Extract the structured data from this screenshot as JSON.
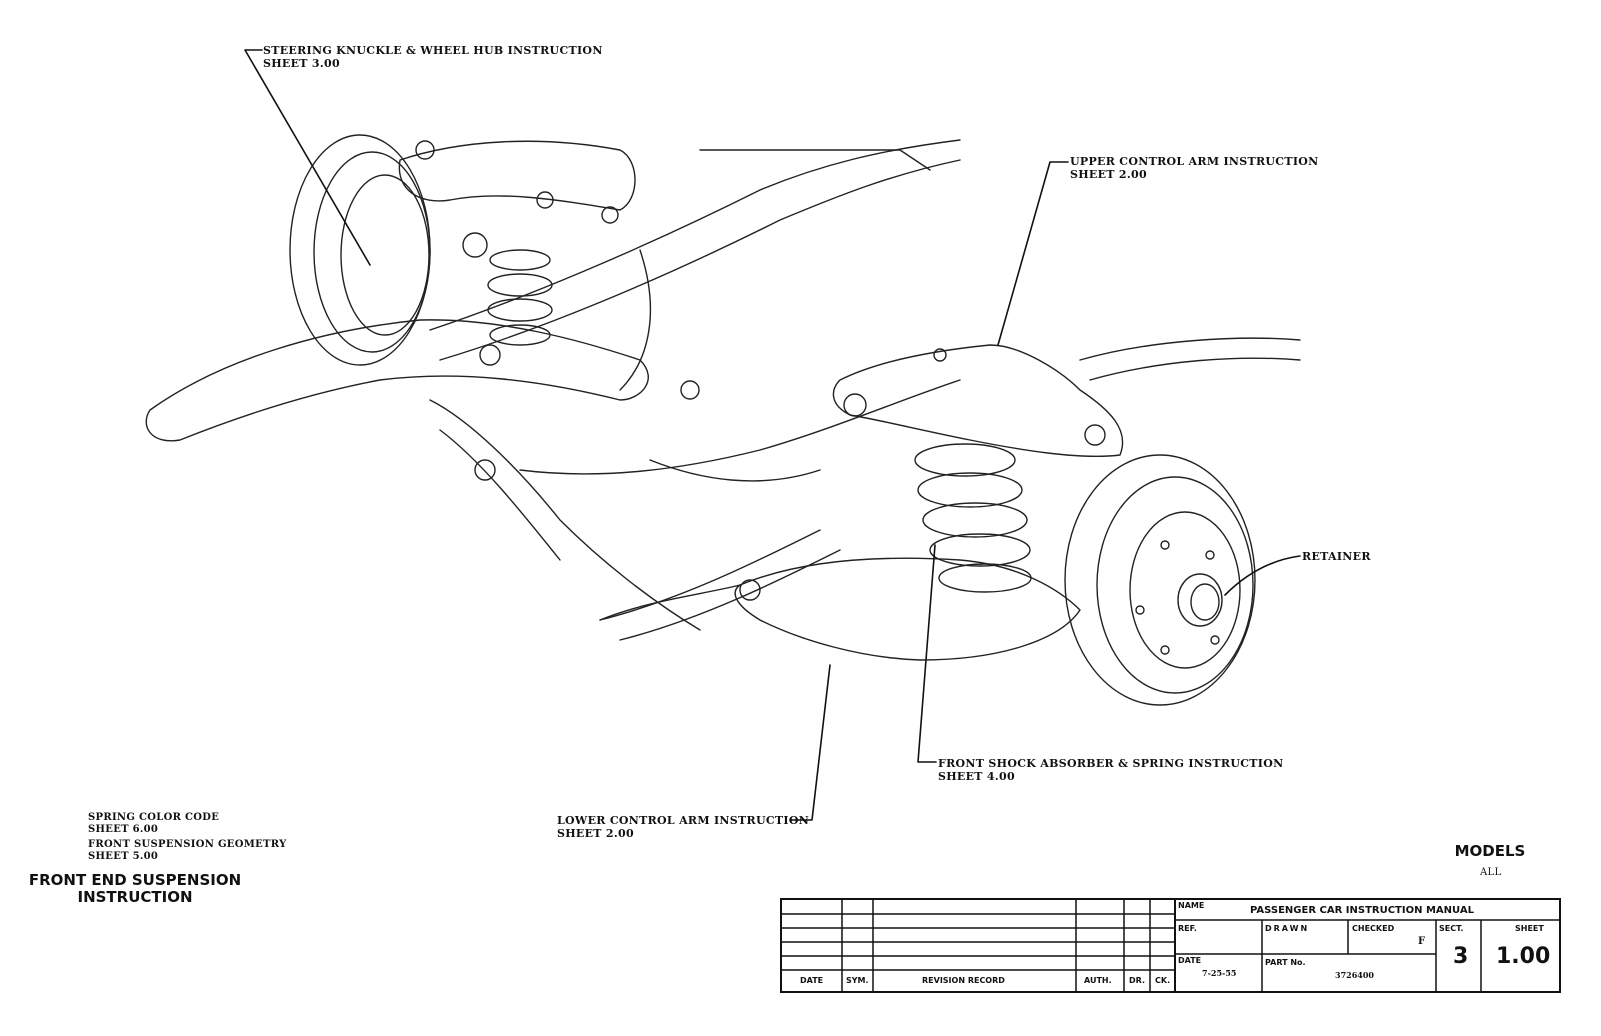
{
  "callouts": {
    "steering_knuckle": {
      "title": "STEERING KNUCKLE & WHEEL HUB INSTRUCTION",
      "sheet": "SHEET 3.00"
    },
    "upper_control_arm": {
      "title": "UPPER CONTROL ARM INSTRUCTION",
      "sheet": "SHEET 2.00"
    },
    "retainer": {
      "title": "RETAINER"
    },
    "front_shock": {
      "title": "FRONT SHOCK ABSORBER & SPRING INSTRUCTION",
      "sheet": "SHEET 4.00"
    },
    "lower_control_arm": {
      "title": "LOWER CONTROL ARM INSTRUCTION",
      "sheet": "SHEET 2.00"
    }
  },
  "references": {
    "spring_color": {
      "title": "SPRING COLOR CODE",
      "sheet": "SHEET 6.00"
    },
    "geometry": {
      "title": "FRONT SUSPENSION GEOMETRY",
      "sheet": "SHEET 5.00"
    }
  },
  "main_title": {
    "line1": "FRONT END SUSPENSION",
    "line2": "INSTRUCTION"
  },
  "models": {
    "label": "MODELS",
    "value": "ALL"
  },
  "title_block": {
    "revision_headers": [
      "DATE",
      "SYM.",
      "REVISION RECORD",
      "AUTH.",
      "DR.",
      "CK."
    ],
    "name_label": "NAME",
    "name_value": "PASSENGER CAR INSTRUCTION MANUAL",
    "ref_label": "REF.",
    "drawn_label": "DRAWN",
    "checked_label": "CHECKED",
    "checked_value": "F",
    "sect_label": "SECT.",
    "sect_value": "3",
    "sheet_label": "SHEET",
    "sheet_value": "1.00",
    "date_label": "DATE",
    "date_value": "7-25-55",
    "part_label": "PART No.",
    "part_value": "3726400"
  }
}
